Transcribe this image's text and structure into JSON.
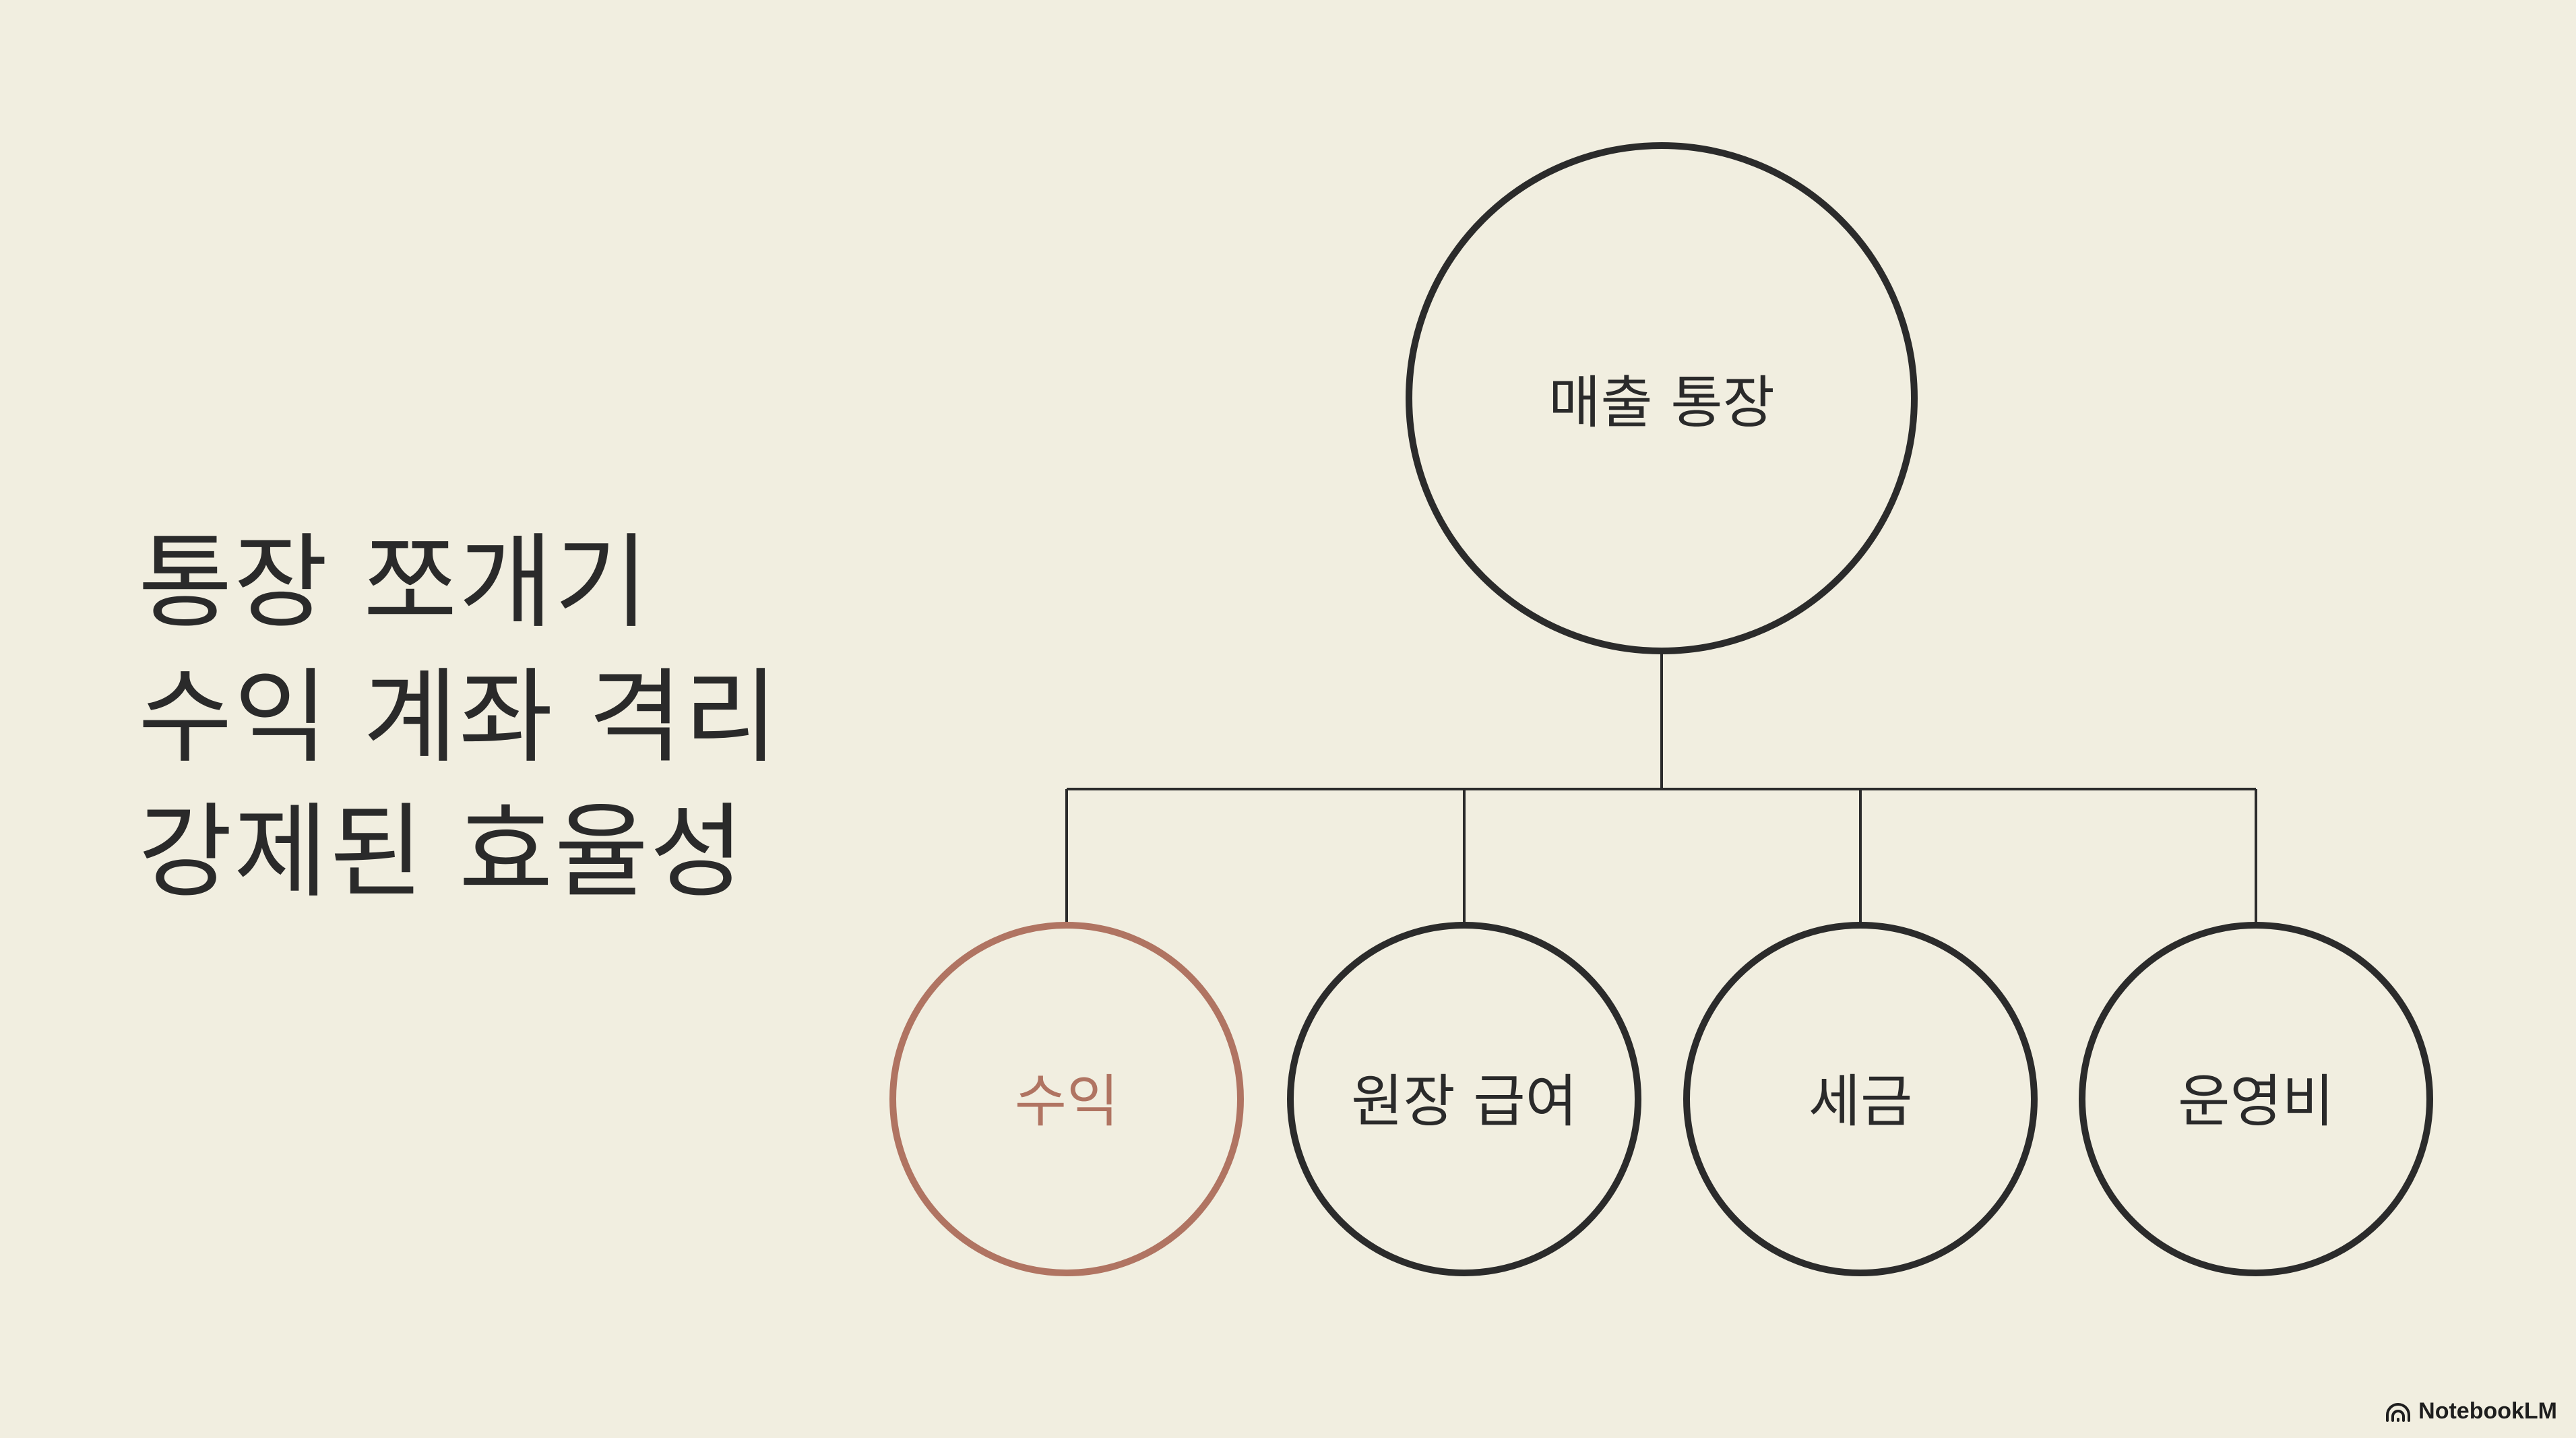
{
  "title": {
    "lines": [
      "통장 쪼개기",
      "수익 계좌 격리",
      "강제된 효율성"
    ]
  },
  "diagram": {
    "root": {
      "label": "매출 통장"
    },
    "children": [
      {
        "label": "수익",
        "highlighted": true
      },
      {
        "label": "원장 급여",
        "highlighted": false
      },
      {
        "label": "세금",
        "highlighted": false
      },
      {
        "label": "운영비",
        "highlighted": false
      }
    ],
    "colors": {
      "background": "#f1eee0",
      "stroke": "#2b2b2b",
      "accent": "#b07462"
    }
  },
  "brand": {
    "name": "NotebookLM",
    "icon": "notebooklm-logo-icon"
  }
}
